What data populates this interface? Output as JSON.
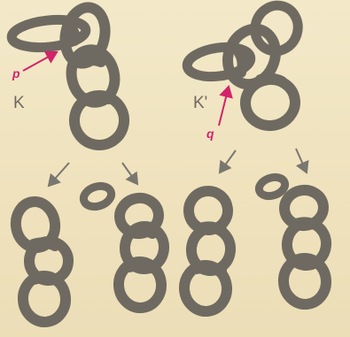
{
  "labels": {
    "knot_left": "K",
    "knot_right": "K'",
    "point_p": "p",
    "point_q": "q"
  },
  "colors": {
    "background": "#f1e6c5",
    "chain": "#6f6a61",
    "chain_highlight": "#8a857b",
    "arrow": "#7a7670",
    "pointer": "#d3236a"
  }
}
